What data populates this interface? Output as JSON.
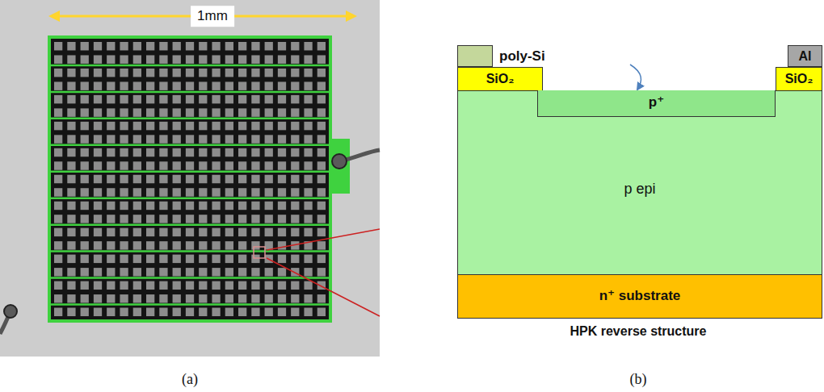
{
  "diagram": {
    "nodes": [
      {
        "text": [
          "poly-Si"
        ]
      },
      {
        "text": [
          "SiO₂"
        ]
      },
      {
        "text": [
          "Al"
        ]
      },
      {
        "text": [
          "SiO₂"
        ]
      },
      {
        "text": [
          "p epi"
        ]
      },
      {
        "text": [
          "p⁺"
        ],
        "in": 4
      },
      {
        "text": [
          "n⁺ substrate"
        ]
      }
    ],
    "labels": [
      "1mm",
      "HPK reverse structure",
      "(a)",
      "(b)"
    ]
  }
}
